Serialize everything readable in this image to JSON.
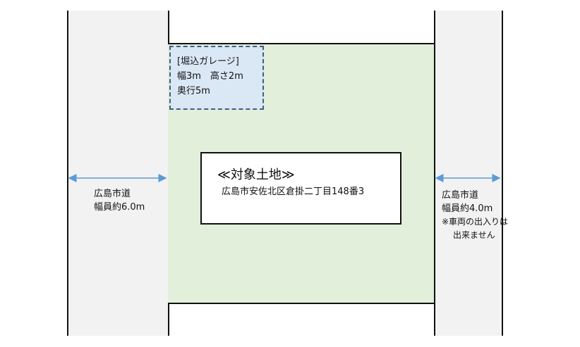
{
  "garage": {
    "title": "[堀込ガレージ]",
    "size": "幅3m　高さ2m",
    "depth": "奥行5m"
  },
  "target": {
    "title": "≪対象土地≫",
    "address": "広島市安佐北区倉掛二丁目148番3"
  },
  "left_road": {
    "name": "広島市道",
    "width": "幅員約6.0m"
  },
  "right_road": {
    "name": "広島市道",
    "width": "幅員約4.0m",
    "note_line1": "※車両の出入りは",
    "note_line2": "出来ません"
  },
  "colors": {
    "lot": "#e2efda",
    "road": "#f2f2f2",
    "garage": "#dae7f4",
    "arrow": "#5b9bd5"
  }
}
